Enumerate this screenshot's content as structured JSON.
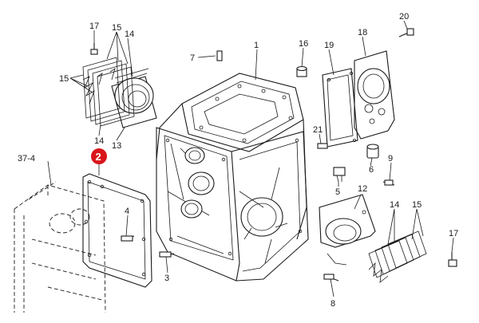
{
  "diagram": {
    "labels": {
      "p1": "1",
      "p2": "2",
      "p3": "3",
      "p4": "4",
      "p5": "5",
      "p6": "6",
      "p7": "7",
      "p8": "8",
      "p9": "9",
      "p12": "12",
      "p13": "13",
      "p14a": "14",
      "p14b": "14",
      "p14c": "14",
      "p15a": "15",
      "p15b": "15",
      "p15c": "15",
      "p16": "16",
      "p17a": "17",
      "p17b": "17",
      "p18": "18",
      "p19": "19",
      "p20": "20",
      "p21": "21",
      "p37": "37-4"
    },
    "highlight_color": "#d9151b"
  }
}
